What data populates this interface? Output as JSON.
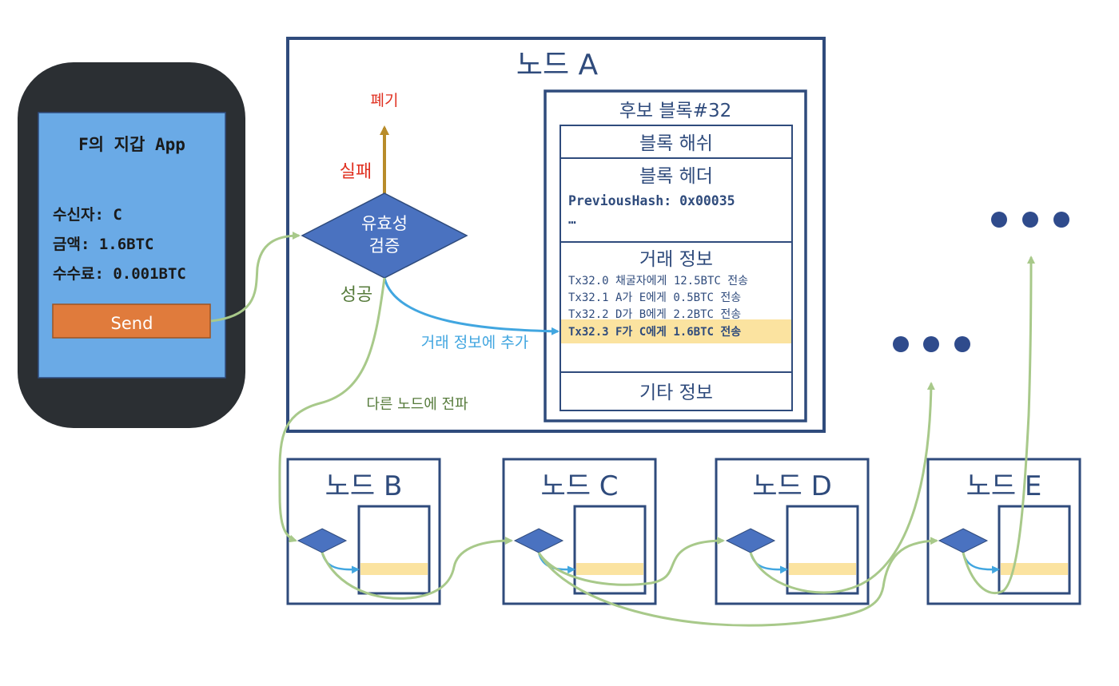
{
  "wallet": {
    "title": "F의 지갑 App",
    "recipient": "수신자: C",
    "amount": "금액: 1.6BTC",
    "fee": "수수료: 0.001BTC",
    "send_label": "Send"
  },
  "node_a": {
    "title": "노드 A",
    "discard_label": "폐기",
    "fail_label": "실패",
    "validate_label_line1": "유효성",
    "validate_label_line2": "검증",
    "success_label": "성공",
    "add_tx_label": "거래 정보에 추가",
    "propagate_label": "다른 노드에 전파",
    "candidate_block": {
      "title": "후보 블록#32",
      "hash_label": "블록 해쉬",
      "header_label": "블록 헤더",
      "prev_hash": "PreviousHash: 0x00035",
      "ellipsis": "…",
      "tx_section_label": "거래 정보",
      "transactions": [
        "Tx32.0 채굴자에게 12.5BTC 전송",
        "Tx32.1 A가 E에게 0.5BTC 전송",
        "Tx32.2 D가 B에게 2.2BTC 전송",
        "Tx32.3 F가 C에게 1.6BTC 전송"
      ],
      "other_label": "기타 정보"
    }
  },
  "nodes": [
    {
      "title": "노드 B"
    },
    {
      "title": "노드 C"
    },
    {
      "title": "노드 D"
    },
    {
      "title": "노드 E"
    }
  ],
  "colors": {
    "navy": "#2f4b7c",
    "diamond_fill": "#4a72c0",
    "phone_body": "#2b2f33",
    "screen": "#6aaae6",
    "send_button": "#e07b3c",
    "highlight": "#fbe3a0",
    "green_arrow": "#a8c98a",
    "blue_arrow": "#41a6e0",
    "gold_arrow": "#b88c2a",
    "red_text": "#e03020",
    "green_text": "#557a3a",
    "dot": "#2f4b8c"
  }
}
